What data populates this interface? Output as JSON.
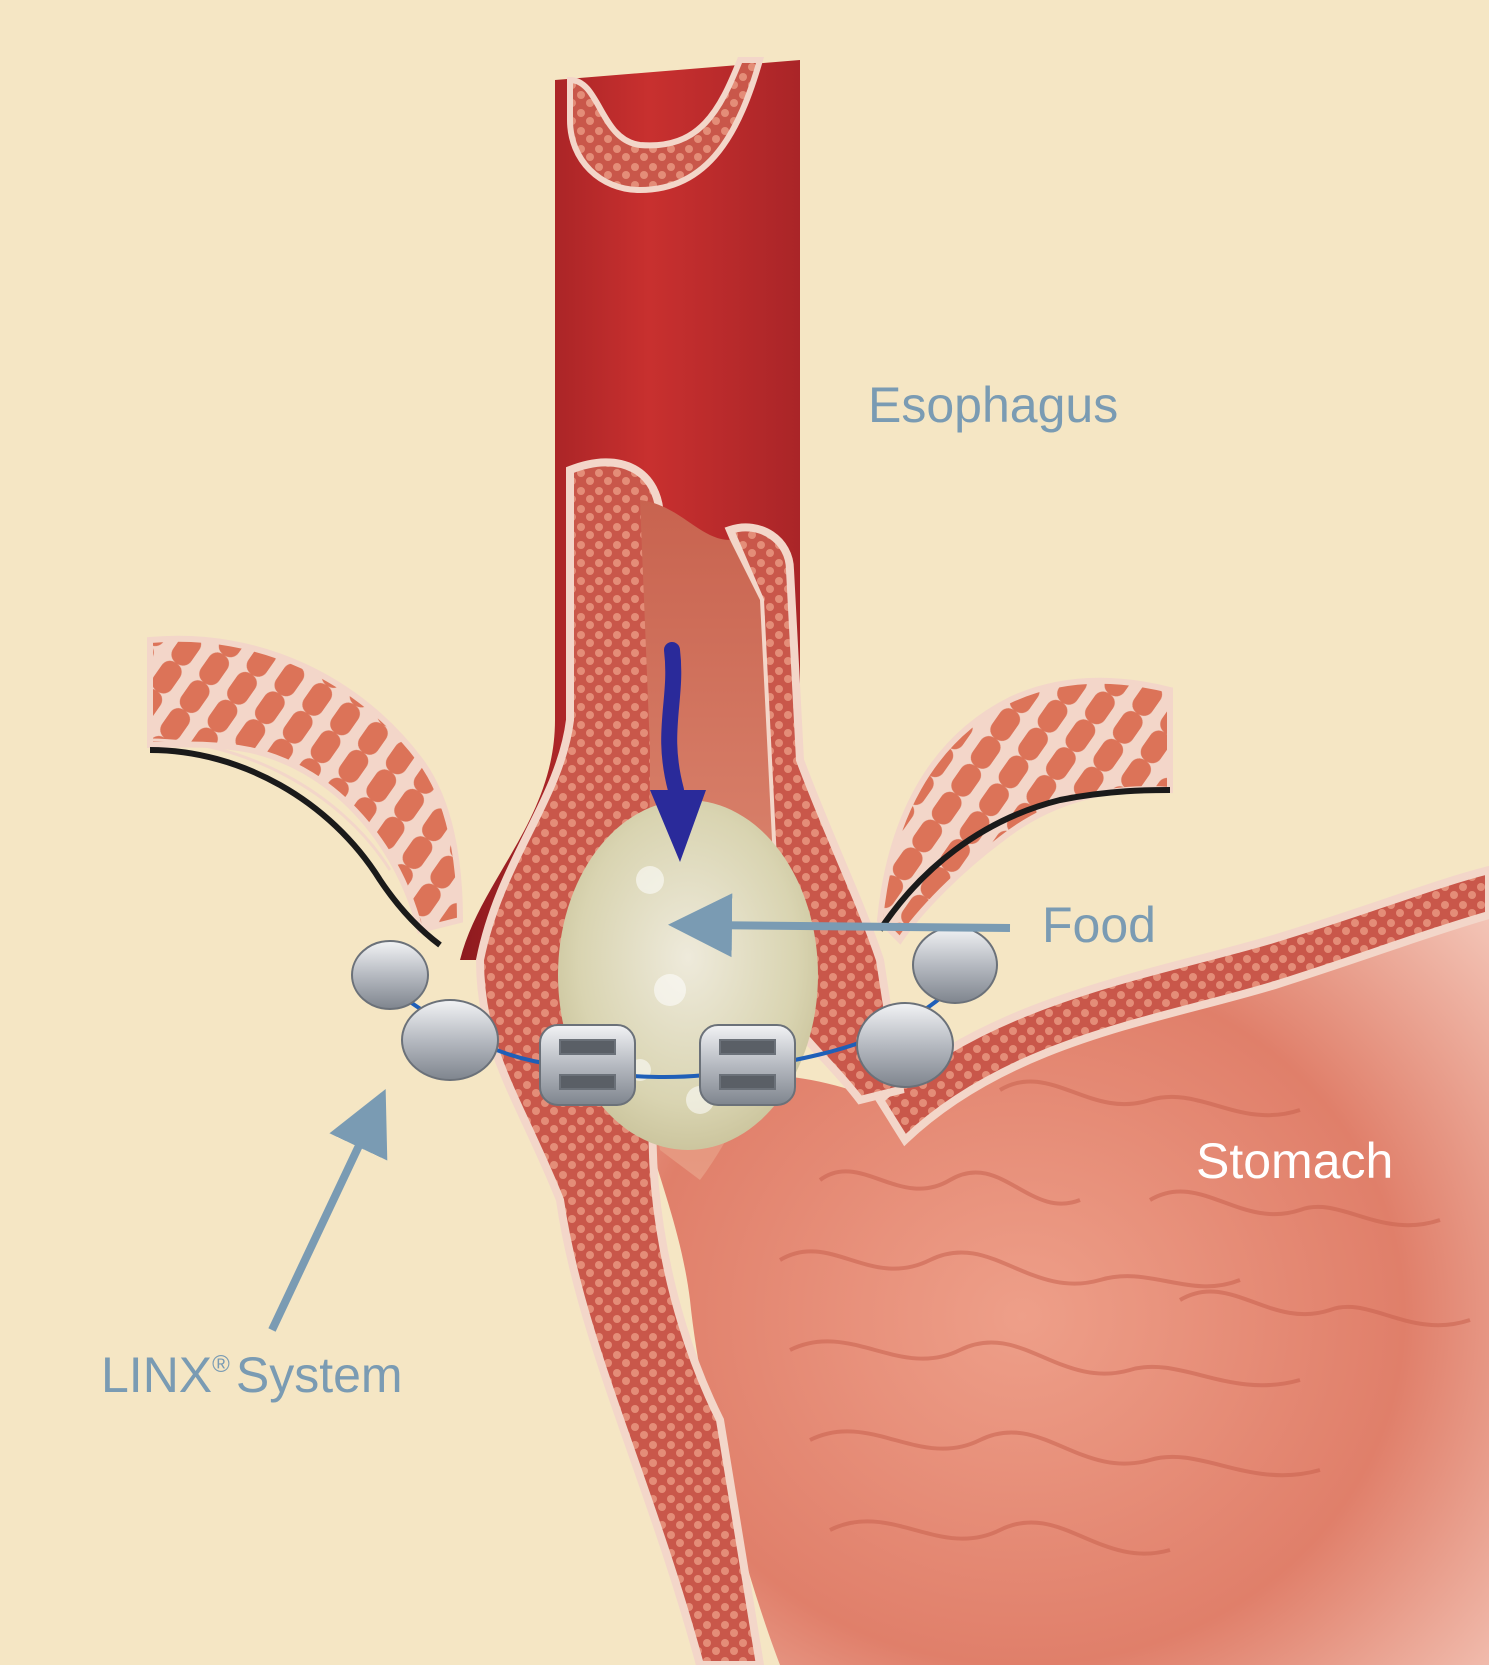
{
  "labels": {
    "esophagus": "Esophagus",
    "food": "Food",
    "stomach": "Stomach",
    "linx_name": "LINX",
    "linx_mark": "®",
    "linx_suffix": "System"
  },
  "colors": {
    "background": "#f5e6c4",
    "label_blue": "#7a9bb3",
    "label_white": "#ffffff",
    "esophagus_red": "#b8282b",
    "muscle": "#d9684e",
    "lining": "#f2d3c6",
    "stomach": "#e2836f",
    "food": "#ddd9b8",
    "bead_silver": "#c9ccd1",
    "wire_blue": "#1f5fb8",
    "flow_arrow": "#2a2a9a"
  },
  "icons": [
    "food-flow-arrow",
    "linx-pointer-arrow",
    "food-pointer-arrow",
    "magnetic-bead-icon"
  ]
}
